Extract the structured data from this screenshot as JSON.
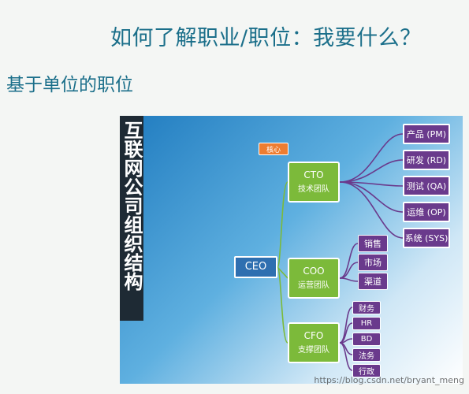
{
  "slide": {
    "title": "如何了解职业/职位：我要什么？",
    "subtitle": "基于单位的职位"
  },
  "diagram": {
    "vertical_title": "互联网公司组织结构",
    "ceo": "CEO",
    "core_badge": "核心",
    "teams": {
      "cto": {
        "en": "CTO",
        "cn": "技术团队"
      },
      "coo": {
        "en": "COO",
        "cn": "运营团队"
      },
      "cfo": {
        "en": "CFO",
        "cn": "支撑团队"
      }
    },
    "tech_roles": [
      "产品 (PM)",
      "研发 (RD)",
      "测试 (QA)",
      "运维 (OP)",
      "系统 (SYS)"
    ],
    "ops_roles": [
      "销售",
      "市场",
      "渠道"
    ],
    "support_roles": [
      "财务",
      "HR",
      "BD",
      "法务",
      "行政"
    ],
    "colors": {
      "ceo": "#2f6fb0",
      "team": "#7cba3a",
      "role": "#6a3a8c",
      "badge": "#ed7d31",
      "title_bar": "#1e2a34"
    }
  },
  "watermark": "https://blog.csdn.net/bryant_meng"
}
